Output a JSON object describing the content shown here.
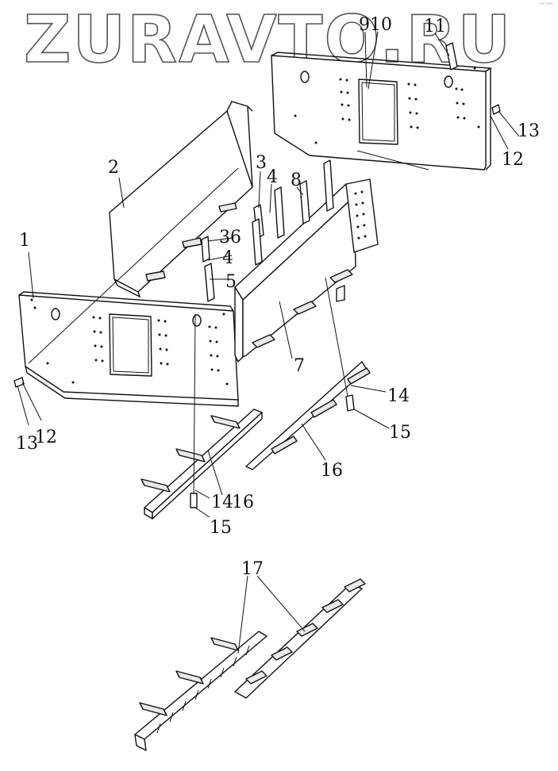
{
  "watermark": "ZURAVTO.RU",
  "corner_note": "°° °°°",
  "callouts": {
    "c1": "1",
    "c2": "2",
    "c3": "3",
    "c4a": "4",
    "c36": "36",
    "c4b": "4",
    "c5": "5",
    "c7": "7",
    "c8": "8",
    "c9": "9",
    "c10": "10",
    "c11": "11",
    "c12a": "12",
    "c13a": "13",
    "c12b": "12",
    "c13b": "13",
    "c14a": "14",
    "c15a": "15",
    "c16a": "16",
    "c14b": "14",
    "c16b": "16",
    "c15b": "15",
    "c17": "17"
  }
}
